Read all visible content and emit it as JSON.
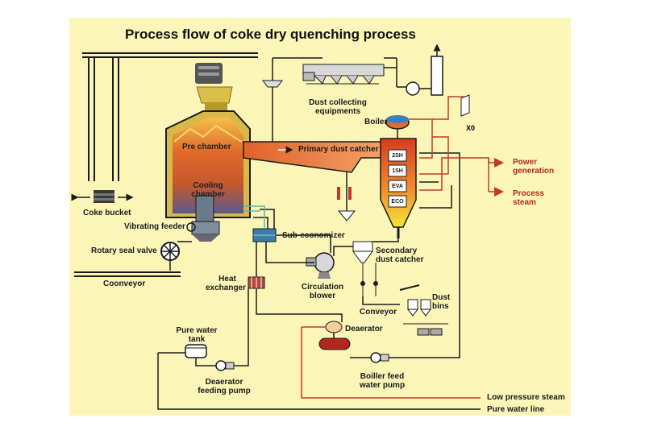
{
  "title": "Process flow of coke dry quenching process",
  "labels": {
    "coke_bucket": "Coke bucket",
    "vibrating_feeder": "Vibrating feeder",
    "rotary_seal_valve": "Rotary seal valve",
    "conveyor_left": "Coonveyor",
    "pre_chamber": "Pre chamber",
    "cooling_chamber_1": "Cooling",
    "cooling_chamber_2": "chamber",
    "primary_dust_catcher": "Primary dust catcher",
    "dust_collecting_1": "Dust  collecting",
    "dust_collecting_2": "equipments",
    "boiler": "Boiler",
    "sub_economizer": "Sub-economizer",
    "heat_exchanger_1": "Heat",
    "heat_exchanger_2": "exchanger",
    "circulation_blower_1": "Circulation",
    "circulation_blower_2": "blower",
    "secondary_dust_catcher_1": "Secondary",
    "secondary_dust_catcher_2": "dust catcher",
    "conveyor_right": "Conveyor",
    "dust_bins_1": "Dust",
    "dust_bins_2": "bins",
    "deaerator": "Deaerator",
    "pure_water_tank_1": "Pure water",
    "pure_water_tank_2": "tank",
    "deaerator_feeding_pump_1": "Deaerator",
    "deaerator_feeding_pump_2": "feeding pump",
    "boiler_feed_pump_1": "Boiller feed",
    "boiler_feed_pump_2": "water pump",
    "power_generation_1": "Power",
    "power_generation_2": "generation",
    "process_steam_1": "Process",
    "process_steam_2": "steam",
    "low_pressure_steam": "Low pressure steam",
    "pure_water_line": "Pure water line"
  },
  "boiler_sections": [
    "2SH",
    "1SH",
    "EVA",
    "ECO"
  ],
  "colors": {
    "background": "#fbf6b8",
    "line": "#1a1a1a",
    "steam_red": "#c0392b",
    "hot_gas": "#e2632a",
    "chamber_orange": "#d9682b",
    "chamber_purple": "#6b5a8c",
    "water_teal": "#5fb3b0"
  }
}
